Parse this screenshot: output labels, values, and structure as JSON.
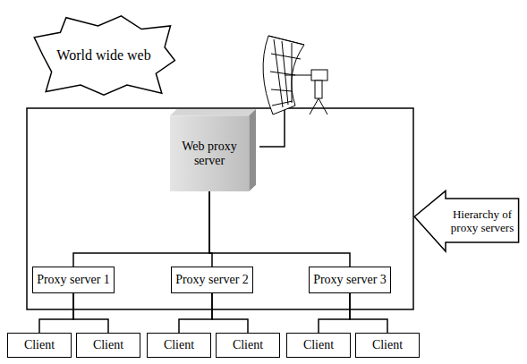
{
  "diagram": {
    "nodes": [
      {
        "text": [
          "World wide web"
        ]
      },
      {
        "text": [
          "Web proxy server"
        ]
      },
      {
        "text": [
          "Hierarchy of proxy servers"
        ]
      },
      {
        "text": [
          "Proxy server 1"
        ]
      },
      {
        "text": [
          "Proxy server 2"
        ]
      },
      {
        "text": [
          "Proxy server 3"
        ]
      },
      {
        "text": [
          "Client"
        ]
      },
      {
        "text": [
          "Client"
        ]
      },
      {
        "text": [
          "Client"
        ]
      },
      {
        "text": [
          "Client"
        ]
      },
      {
        "text": [
          "Client"
        ]
      },
      {
        "text": [
          "Client"
        ]
      }
    ],
    "edges": [
      {
        "from": 1,
        "to": 3,
        "arrow": "none"
      },
      {
        "from": 1,
        "to": 4,
        "arrow": "none"
      },
      {
        "from": 1,
        "to": 5,
        "arrow": "none"
      },
      {
        "from": 3,
        "to": 6,
        "arrow": "none"
      },
      {
        "from": 3,
        "to": 7,
        "arrow": "none"
      },
      {
        "from": 4,
        "to": 8,
        "arrow": "none"
      },
      {
        "from": 4,
        "to": 9,
        "arrow": "none"
      },
      {
        "from": 5,
        "to": 10,
        "arrow": "none"
      },
      {
        "from": 5,
        "to": 11,
        "arrow": "none"
      }
    ]
  }
}
